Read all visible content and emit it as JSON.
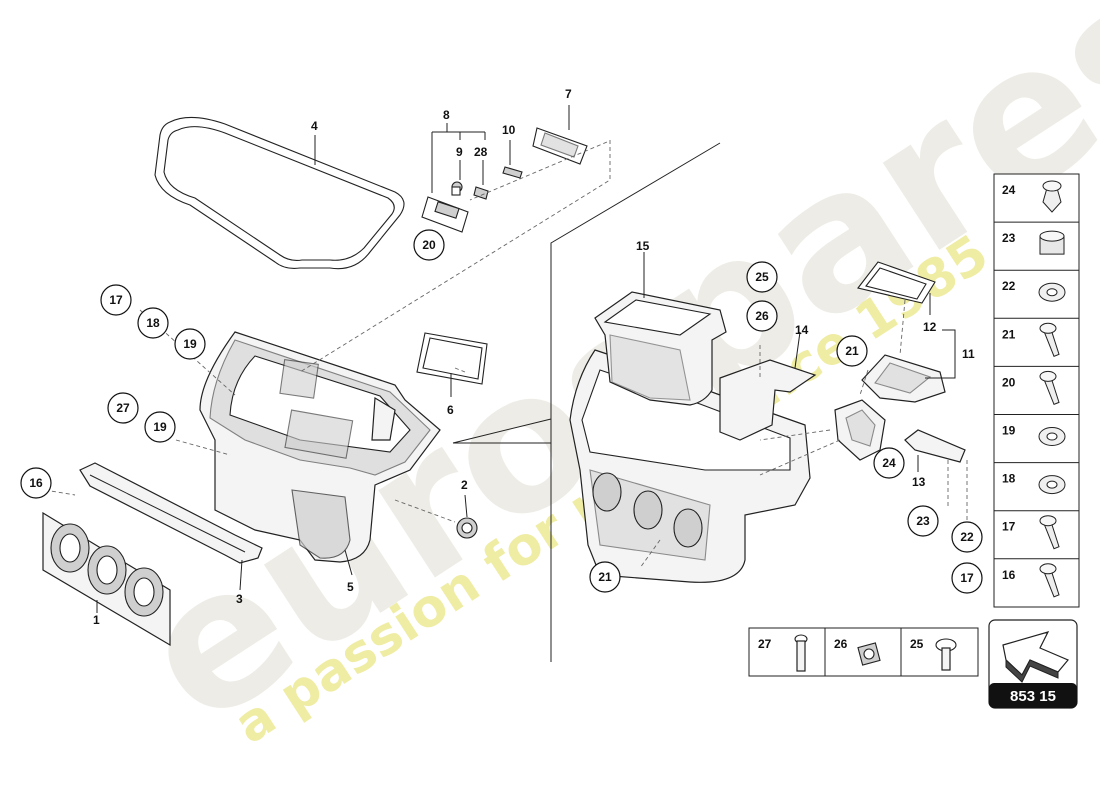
{
  "watermark": {
    "brand": "eurospares",
    "tagline": "a passion for parts since 1985"
  },
  "callouts": {
    "1": "1",
    "2": "2",
    "3": "3",
    "4": "4",
    "5": "5",
    "6": "6",
    "7": "7",
    "8": "8",
    "9": "9",
    "10": "10",
    "11": "11",
    "12": "12",
    "13": "13",
    "14": "14",
    "15": "15",
    "28": "28"
  },
  "circled": {
    "c16": "16",
    "c17a": "17",
    "c18": "18",
    "c19a": "19",
    "c27": "27",
    "c19b": "19",
    "c20": "20",
    "c25": "25",
    "c26": "26",
    "c21a": "21",
    "c21b": "21",
    "c24": "24",
    "c23": "23",
    "c22": "22",
    "c17b": "17"
  },
  "legend_side": [
    "24",
    "23",
    "22",
    "21",
    "20",
    "19",
    "18",
    "17",
    "16"
  ],
  "legend_bottom": [
    "27",
    "26",
    "25"
  ],
  "badge": {
    "code": "853 15"
  }
}
